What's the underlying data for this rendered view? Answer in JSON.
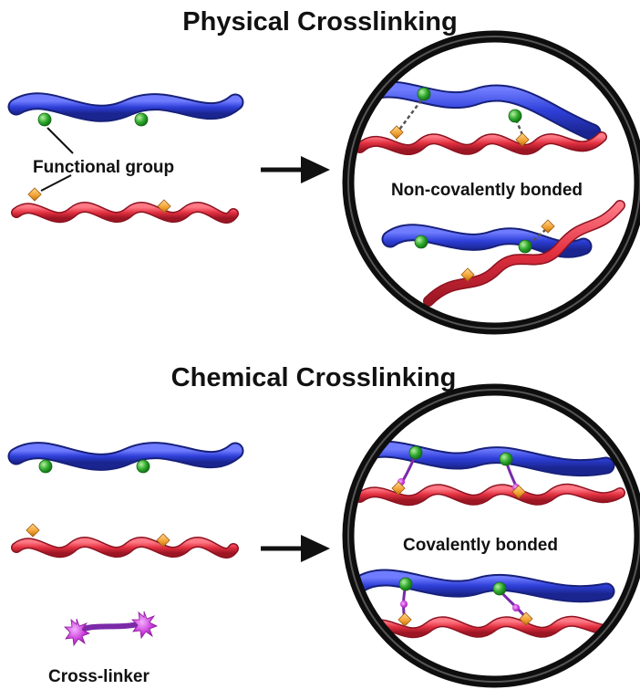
{
  "physical": {
    "title": "Physical Crosslinking",
    "functional_group_label": "Functional group",
    "bond_label": "Non-covalently bonded"
  },
  "chemical": {
    "title": "Chemical Crosslinking",
    "bond_label": "Covalently bonded",
    "crosslinker_label": "Cross-linker"
  },
  "colors": {
    "blue_chain": "#2e3fd8",
    "red_chain": "#e23040",
    "functional_group_green": "#2faa2f",
    "functional_group_orange": "#f0a030",
    "crosslinker_magenta": "#c838d8",
    "crosslinker_bar": "#7a2aa8",
    "arrow": "#111111",
    "circle_outline": "#222222"
  }
}
